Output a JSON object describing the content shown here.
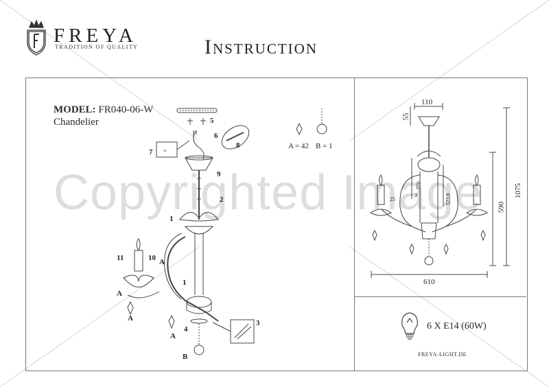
{
  "header": {
    "brand": "FREYA",
    "tagline": "TRADITION OF QUALITY",
    "title": "Instruction"
  },
  "product": {
    "model_label": "MODEL:",
    "model_code": "FR040-06-W",
    "type": "Chandelier"
  },
  "watermark": "Copyrighted Image",
  "assembly": {
    "callouts": [
      "1",
      "1",
      "2",
      "3",
      "4",
      "5",
      "6",
      "7",
      "8",
      "9",
      "10",
      "11"
    ],
    "part_a": "A",
    "part_b": "B",
    "counts": {
      "a": "A = 42",
      "b": "B = 1"
    }
  },
  "dimensions": {
    "top_width": "110",
    "canopy_height": "55",
    "total_height": "1075",
    "body_height": "590",
    "inner_height": "270",
    "inner_height2": "323.8",
    "arm_drop": "25",
    "gap": "3",
    "width": "610"
  },
  "specs": {
    "bulb": "6 X E14 (60W)",
    "website": "FREYA-LIGHT.DE"
  },
  "icons": [
    "crown-logo-icon",
    "lightbulb-icon"
  ]
}
